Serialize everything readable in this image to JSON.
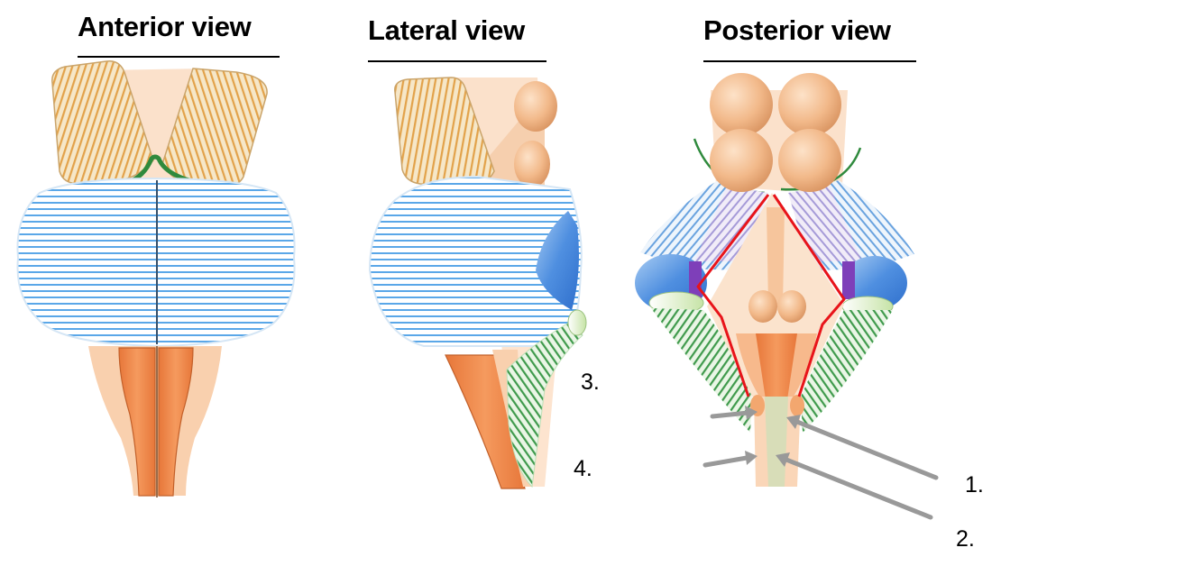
{
  "views": {
    "anterior": {
      "title": "Anterior view"
    },
    "lateral": {
      "title": "Lateral view"
    },
    "posterior": {
      "title": "Posterior view"
    }
  },
  "labels": {
    "l1": "1.",
    "l2": "2.",
    "l3": "3.",
    "l4": "4."
  },
  "colors": {
    "tract_orange": "#f08a4b",
    "skin": "#f7c9a5",
    "cerebellum_blue": "#5aa7e8",
    "peduncle_green": "#3f9a4c",
    "outline_red": "#e8141a",
    "pointer_gray": "#999999"
  }
}
